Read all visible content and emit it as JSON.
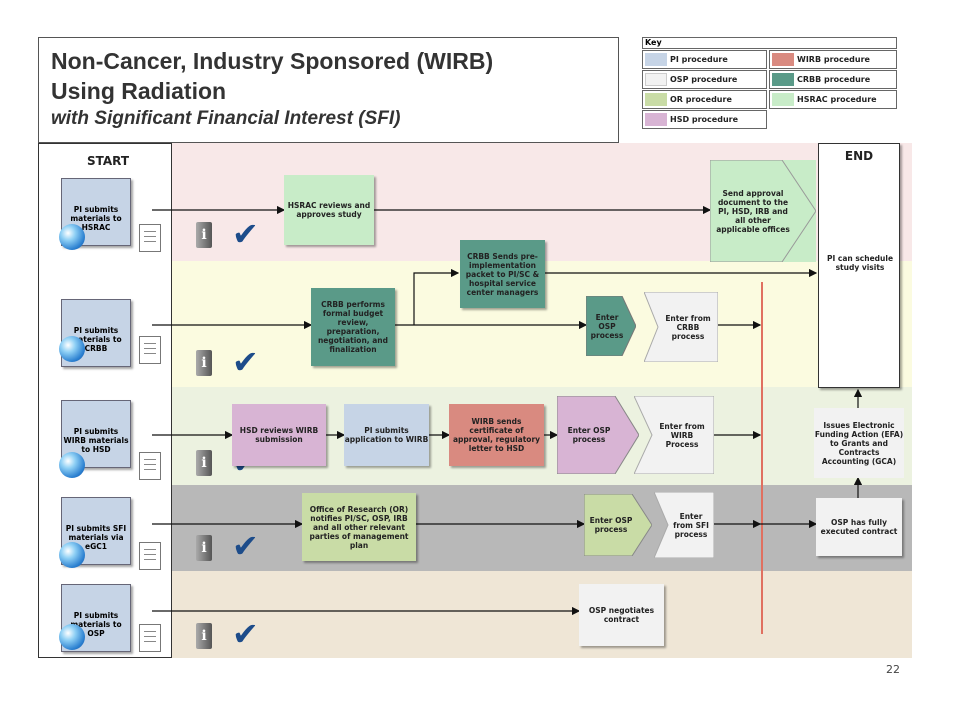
{
  "title": {
    "line1": "Non-Cancer, Industry Sponsored (WIRB)",
    "line2": "Using Radiation",
    "line3": "with Significant Financial Interest (SFI)"
  },
  "key": {
    "title": "Key",
    "items": [
      {
        "label": "PI procedure",
        "color": "#c6d4e6"
      },
      {
        "label": "OSP procedure",
        "color": "#f2f2f2"
      },
      {
        "label": "OR procedure",
        "color": "#c9dca6"
      },
      {
        "label": "HSD procedure",
        "color": "#d8b4d4"
      },
      {
        "label": "WIRB procedure",
        "color": "#d98a80"
      },
      {
        "label": "CRBB procedure",
        "color": "#5a9a88"
      },
      {
        "label": "HSRAC procedure",
        "color": "#c8ecc8"
      }
    ]
  },
  "start_label": "START",
  "end_label": "END",
  "start_boxes": [
    "PI submits materials to HSRAC",
    "PI submits materials to CRBB",
    "PI submits WIRB materials to HSD",
    "PI submits SFI materials via eGC1",
    "PI submits materials to OSP"
  ],
  "nodes": {
    "hsrac_review": "HSRAC reviews and approves study",
    "send_approval": "Send approval document to the PI, HSD, IRB and all other applicable offices",
    "crbb_sends": "CRBB Sends pre-implementation packet to PI/SC & hospital service center managers",
    "crbb_performs": "CRBB performs formal budget review, preparation, negotiation, and finalization",
    "enter_osp_1": "Enter OSP process",
    "enter_from_crbb": "Enter from CRBB process",
    "hsd_reviews": "HSD reviews WIRB submission",
    "pi_submits_app": "PI submits application to WIRB",
    "wirb_sends": "WIRB sends certificate of approval, regulatory letter to HSD",
    "enter_osp_2": "Enter OSP process",
    "enter_from_wirb": "Enter from WIRB Process",
    "or_notifies": "Office of Research (OR) notifies PI/SC, OSP, IRB and all other relevant parties of management plan",
    "enter_osp_3": "Enter OSP process",
    "enter_from_sfi": "Enter from SFI process",
    "osp_contract": "OSP has fully executed contract",
    "efa": "Issues Electronic Funding Action (EFA) to Grants and Contracts Accounting (GCA)",
    "osp_negotiates": "OSP negotiates contract",
    "pi_schedule": "PI can schedule study visits"
  },
  "colors": {
    "lane1": "#f8e8e8",
    "lane2": "#fbfbe0",
    "lane3": "#ecf2e0",
    "lane4": "#b8b8b8",
    "lane5": "#efe6d6",
    "red_line": "#e07060"
  },
  "page_number": "22"
}
